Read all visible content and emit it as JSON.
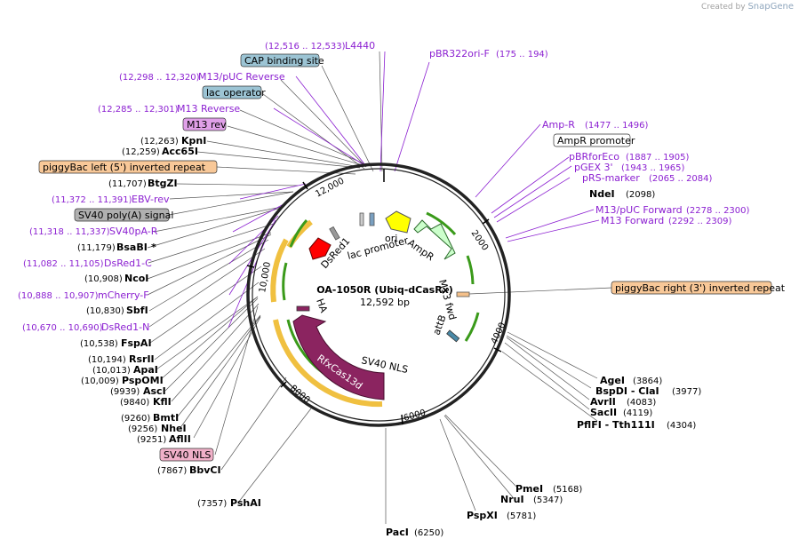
{
  "brand": {
    "created_by": "Created by",
    "name": "SnapGene"
  },
  "plasmid": {
    "name": "OA-1050R (Ubiq-dCasRx)",
    "size": "12,592 bp"
  },
  "ticks": [
    "2000",
    "4000",
    "6000",
    "8000",
    "10,000",
    "12,000"
  ],
  "top_labels": [
    {
      "pos": "(12,516 .. 12,533)",
      "name": "L4440"
    },
    {
      "box": "CAP binding site"
    },
    {
      "pos": "(12,298 .. 12,320)",
      "name": "M13/pUC Reverse"
    },
    {
      "box": "lac operator"
    },
    {
      "pos": "(12,285 .. 12,301)",
      "name": "M13 Reverse"
    },
    {
      "box": "M13 rev"
    }
  ],
  "right_top_labels": [
    {
      "name": "pBR322ori-F",
      "pos": "(175 .. 194)"
    },
    {
      "name": "Amp-R",
      "pos": "(1477 .. 1496)"
    },
    {
      "box": "AmpR promoter"
    },
    {
      "name": "pBRforEco",
      "pos": "(1887 .. 1905)"
    },
    {
      "name": "pGEX 3'",
      "pos": "(1943 .. 1965)"
    },
    {
      "name": "pRS-marker",
      "pos": "(2065 .. 2084)"
    },
    {
      "enzyme": "NdeI",
      "pos": "(2098)"
    },
    {
      "name": "M13/pUC Forward",
      "pos": "(2278 .. 2300)"
    },
    {
      "name": "M13 Forward",
      "pos": "(2292 .. 2309)"
    }
  ],
  "right_box": "piggyBac right (3') inverted repeat",
  "left_labels": [
    {
      "pos": "(12,263)",
      "enzyme": "KpnI"
    },
    {
      "pos": "(12,259)",
      "enzyme": "Acc65I"
    },
    {
      "box": "piggyBac left (5') inverted repeat"
    },
    {
      "pos": "(11,707)",
      "enzyme": "BtgZI"
    },
    {
      "pos": "(11,372 .. 11,391)",
      "primer": "EBV-rev"
    },
    {
      "box": "SV40 poly(A) signal"
    },
    {
      "pos": "(11,318 .. 11,337)",
      "primer": "SV40pA-R"
    },
    {
      "pos": "(11,179)",
      "enzyme": "BsaBI",
      "mark": "*"
    },
    {
      "pos": "(11,082 .. 11,105)",
      "primer": "DsRed1-C"
    },
    {
      "pos": "(10,908)",
      "enzyme": "NcoI"
    },
    {
      "pos": "(10,888 .. 10,907)",
      "primer": "mCherry-F"
    },
    {
      "pos": "(10,830)",
      "enzyme": "SbfI"
    },
    {
      "pos": "(10,670 .. 10,690)",
      "primer": "DsRed1-N"
    },
    {
      "pos": "(10,538)",
      "enzyme": "FspAI"
    },
    {
      "pos": "(10,194)",
      "enzyme": "RsrII"
    },
    {
      "pos": "(10,013)",
      "enzyme": "ApaI"
    },
    {
      "pos": "(10,009)",
      "enzyme": "PspOMI"
    },
    {
      "pos": "(9939)",
      "enzyme": "AscI"
    },
    {
      "pos": "(9840)",
      "enzyme": "KflI"
    },
    {
      "pos": "(9260)",
      "enzyme": "BmtI"
    },
    {
      "pos": "(9256)",
      "enzyme": "NheI"
    },
    {
      "pos": "(9251)",
      "enzyme": "AflII"
    },
    {
      "box": "SV40 NLS"
    },
    {
      "pos": "(7867)",
      "enzyme": "BbvCI"
    },
    {
      "pos": "(7357)",
      "enzyme": "PshAI"
    }
  ],
  "bottom_right_labels": [
    {
      "enzyme": "AgeI",
      "pos": "(3864)"
    },
    {
      "enzyme": "BspDI - ClaI",
      "pos": "(3977)"
    },
    {
      "enzyme": "AvrII",
      "pos": "(4083)"
    },
    {
      "enzyme": "SacII",
      "pos": "(4119)"
    },
    {
      "enzyme": "PflFI - Tth111I",
      "pos": "(4304)"
    },
    {
      "enzyme": "PmeI",
      "pos": "(5168)"
    },
    {
      "enzyme": "NruI",
      "pos": "(5347)"
    },
    {
      "enzyme": "PspXI",
      "pos": "(5781)"
    },
    {
      "enzyme": "PacI",
      "pos": "(6250)"
    }
  ],
  "inner_features": {
    "ori": "ori",
    "ampr": "AmpR",
    "lac_promoter": "lac promoter",
    "dsred1": "DsRed1",
    "m13_fwd": "M13 fwd",
    "attb": "attB",
    "ha": "HA",
    "sv40_nls": "SV40 NLS",
    "rfxcas13d": "RfxCas13d"
  },
  "colors": {
    "primer": "#8b1fd1",
    "ori": "#ffff00",
    "ampr": "#ccffcc",
    "dsred": "#ff0000",
    "cas": "#8b2460",
    "orf_outline": "#f0c040",
    "enzyme": "#000000"
  }
}
